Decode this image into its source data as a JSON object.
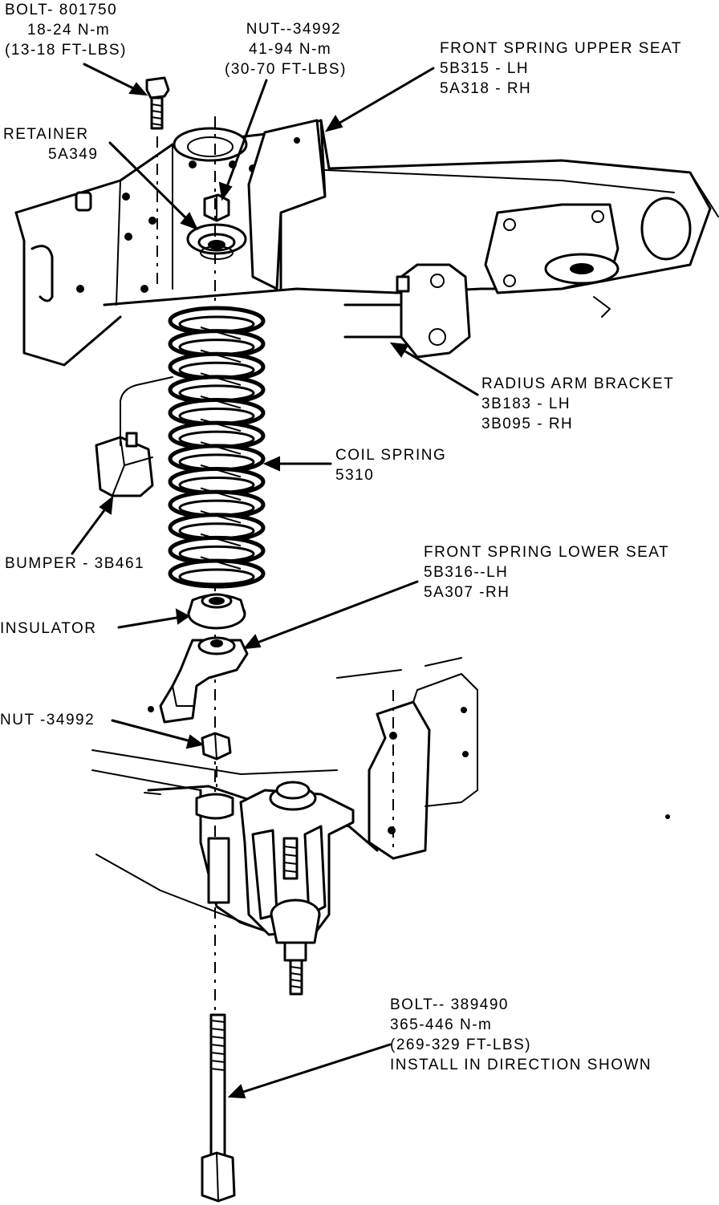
{
  "labels": {
    "bolt_801750": [
      "BOLT- 801750",
      "18-24 N-m",
      "(13-18 FT-LBS)"
    ],
    "nut_34992_top": [
      "NUT--34992",
      "41-94 N-m",
      "(30-70 FT-LBS)"
    ],
    "upper_seat": [
      "FRONT SPRING UPPER SEAT",
      "5B315 - LH",
      "5A318 - RH"
    ],
    "retainer": [
      "RETAINER",
      "5A349"
    ],
    "radius_arm_bracket": [
      "RADIUS ARM BRACKET",
      "3B183 - LH",
      "3B095 - RH"
    ],
    "coil_spring": [
      "COIL SPRING",
      "5310"
    ],
    "bumper": [
      "BUMPER - 3B461"
    ],
    "lower_seat": [
      "FRONT SPRING LOWER SEAT",
      "5B316--LH",
      "5A307 -RH"
    ],
    "insulator": [
      "INSULATOR"
    ],
    "nut_34992_bottom": [
      "NUT -34992"
    ],
    "bolt_389490": [
      "BOLT-- 389490",
      "365-446 N-m",
      "(269-329 FT-LBS)",
      "INSTALL IN DIRECTION SHOWN"
    ]
  },
  "colors": {
    "ink": "#000000",
    "paper": "#ffffff"
  }
}
